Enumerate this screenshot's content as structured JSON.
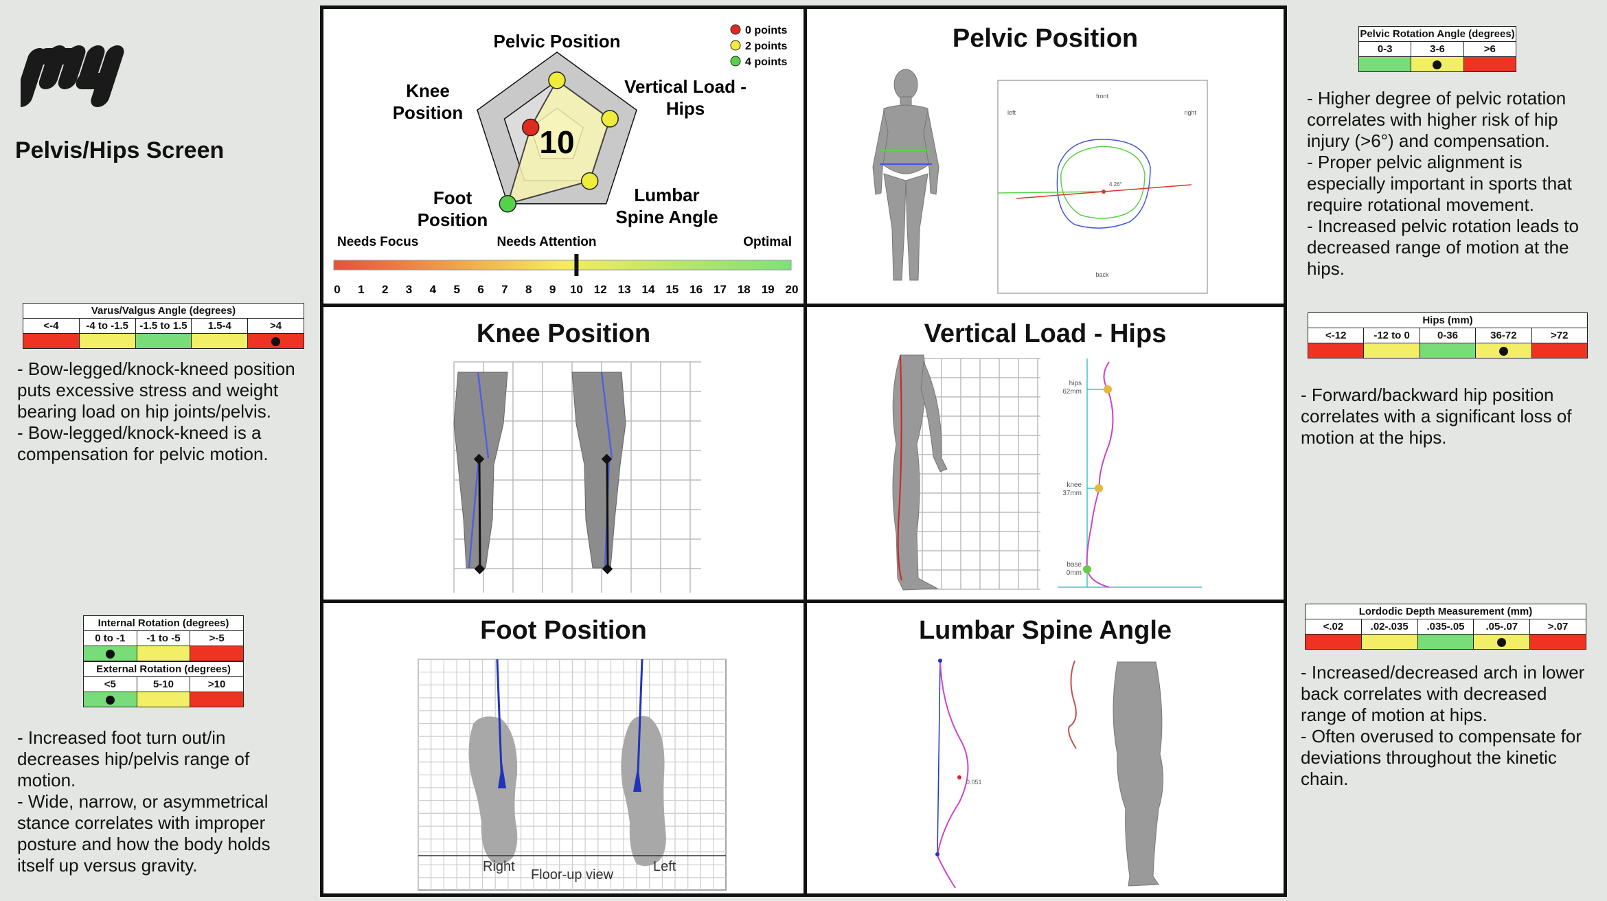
{
  "screen_title": "Pelvis/Hips Screen",
  "left": {
    "varus": {
      "header": "Varus/Valgus Angle (degrees)",
      "cols": [
        "<-4",
        "-4 to -1.5",
        "-1.5 to 1.5",
        "1.5-4",
        ">4"
      ],
      "colors": [
        "#ee3322",
        "#f2ef66",
        "#78dc78",
        "#f2ef66",
        "#ee3322"
      ],
      "marked": 4,
      "note": "- Bow-legged/knock-kneed position puts excessive stress and weight bearing load on hip joints/pelvis.\n- Bow-legged/knock-kneed is a compensation for pelvic motion."
    },
    "rotation": {
      "internal_header": "Internal Rotation (degrees)",
      "internal_cols": [
        "0 to -1",
        "-1 to -5",
        ">-5"
      ],
      "internal_marked": 0,
      "external_header": "External Rotation (degrees)",
      "external_cols": [
        "<5",
        "5-10",
        ">10"
      ],
      "external_marked": 0,
      "colors": [
        "#78dc78",
        "#f2ef66",
        "#ee3322"
      ],
      "note": "- Increased foot turn out/in decreases hip/pelvis range of motion.\n- Wide, narrow, or asymmetrical stance correlates with improper posture and how the body holds itself up versus gravity."
    }
  },
  "right": {
    "pelvic": {
      "header": "Pelvic Rotation Angle (degrees)",
      "cols": [
        "0-3",
        "3-6",
        ">6"
      ],
      "colors": [
        "#78dc78",
        "#f2ef66",
        "#ee3322"
      ],
      "marked": 1,
      "note": "- Higher degree of pelvic rotation correlates with higher risk of hip injury (>6°) and compensation.\n- Proper pelvic alignment is especially important in sports that require rotational movement.\n- Increased pelvic rotation leads to decreased range of motion at the hips."
    },
    "hips": {
      "header": "Hips (mm)",
      "cols": [
        "<-12",
        "-12 to 0",
        "0-36",
        "36-72",
        ">72"
      ],
      "colors": [
        "#ee3322",
        "#f2ef66",
        "#78dc78",
        "#f2ef66",
        "#ee3322"
      ],
      "marked": 3,
      "note": "- Forward/backward hip position correlates with a significant loss of motion at the hips."
    },
    "lordosis": {
      "header": "Lordodic Depth Measurement (mm)",
      "cols": [
        "<.02",
        ".02-.035",
        ".035-.05",
        ".05-.07",
        ">.07"
      ],
      "colors": [
        "#ee3322",
        "#f2ef66",
        "#78dc78",
        "#f2ef66",
        "#ee3322"
      ],
      "marked": 3,
      "note": "- Increased/decreased arch in lower back correlates with decreased range of motion at hips.\n- Often overused to compensate for deviations throughout the kinetic chain."
    }
  },
  "radar": {
    "labels": {
      "pelvic": "Pelvic Position",
      "vertical1": "Vertical Load -",
      "vertical2": "Hips",
      "lumbar1": "Lumbar",
      "lumbar2": "Spine Angle",
      "foot1": "Foot",
      "foot2": "Position",
      "knee1": "Knee",
      "knee2": "Position"
    },
    "score": "10",
    "legend": [
      {
        "label": "0 points",
        "color": "#e02a20"
      },
      {
        "label": "2 points",
        "color": "#f0ec3c"
      },
      {
        "label": "4 points",
        "color": "#55d24a"
      }
    ],
    "axis_points": {
      "pelvic": 2,
      "vertical": 2,
      "lumbar": 2,
      "foot": 4,
      "knee": 0
    },
    "scale_labels": {
      "left": "Needs Focus",
      "mid": "Needs Attention",
      "right": "Optimal"
    },
    "scale_ticks": [
      "0",
      "1",
      "2",
      "3",
      "4",
      "5",
      "6",
      "7",
      "8",
      "9",
      "10",
      "12",
      "13",
      "14",
      "15",
      "16",
      "17",
      "18",
      "19",
      "20"
    ],
    "scale_value": 10
  },
  "panels": {
    "pelvic_title": "Pelvic Position",
    "knee_title": "Knee Position",
    "vertical_title": "Vertical Load - Hips",
    "foot_title": "Foot Position",
    "lumbar_title": "Lumbar Spine Angle"
  },
  "pelvic_plot": {
    "front": "front",
    "left": "left",
    "right": "right",
    "back": "back",
    "angle": "4.26°"
  },
  "vertical_plot": {
    "hips1": "hips",
    "hips2": "62mm",
    "knee1": "knee",
    "knee2": "37mm",
    "base1": "base",
    "base2": "0mm"
  },
  "foot_plot": {
    "right": "Right",
    "left": "Left",
    "view": "Floor-up view"
  },
  "lumbar_plot": {
    "value": "0.051"
  },
  "colors": {
    "red": "#ee3322",
    "yellow": "#f2ef66",
    "green": "#78dc78"
  }
}
